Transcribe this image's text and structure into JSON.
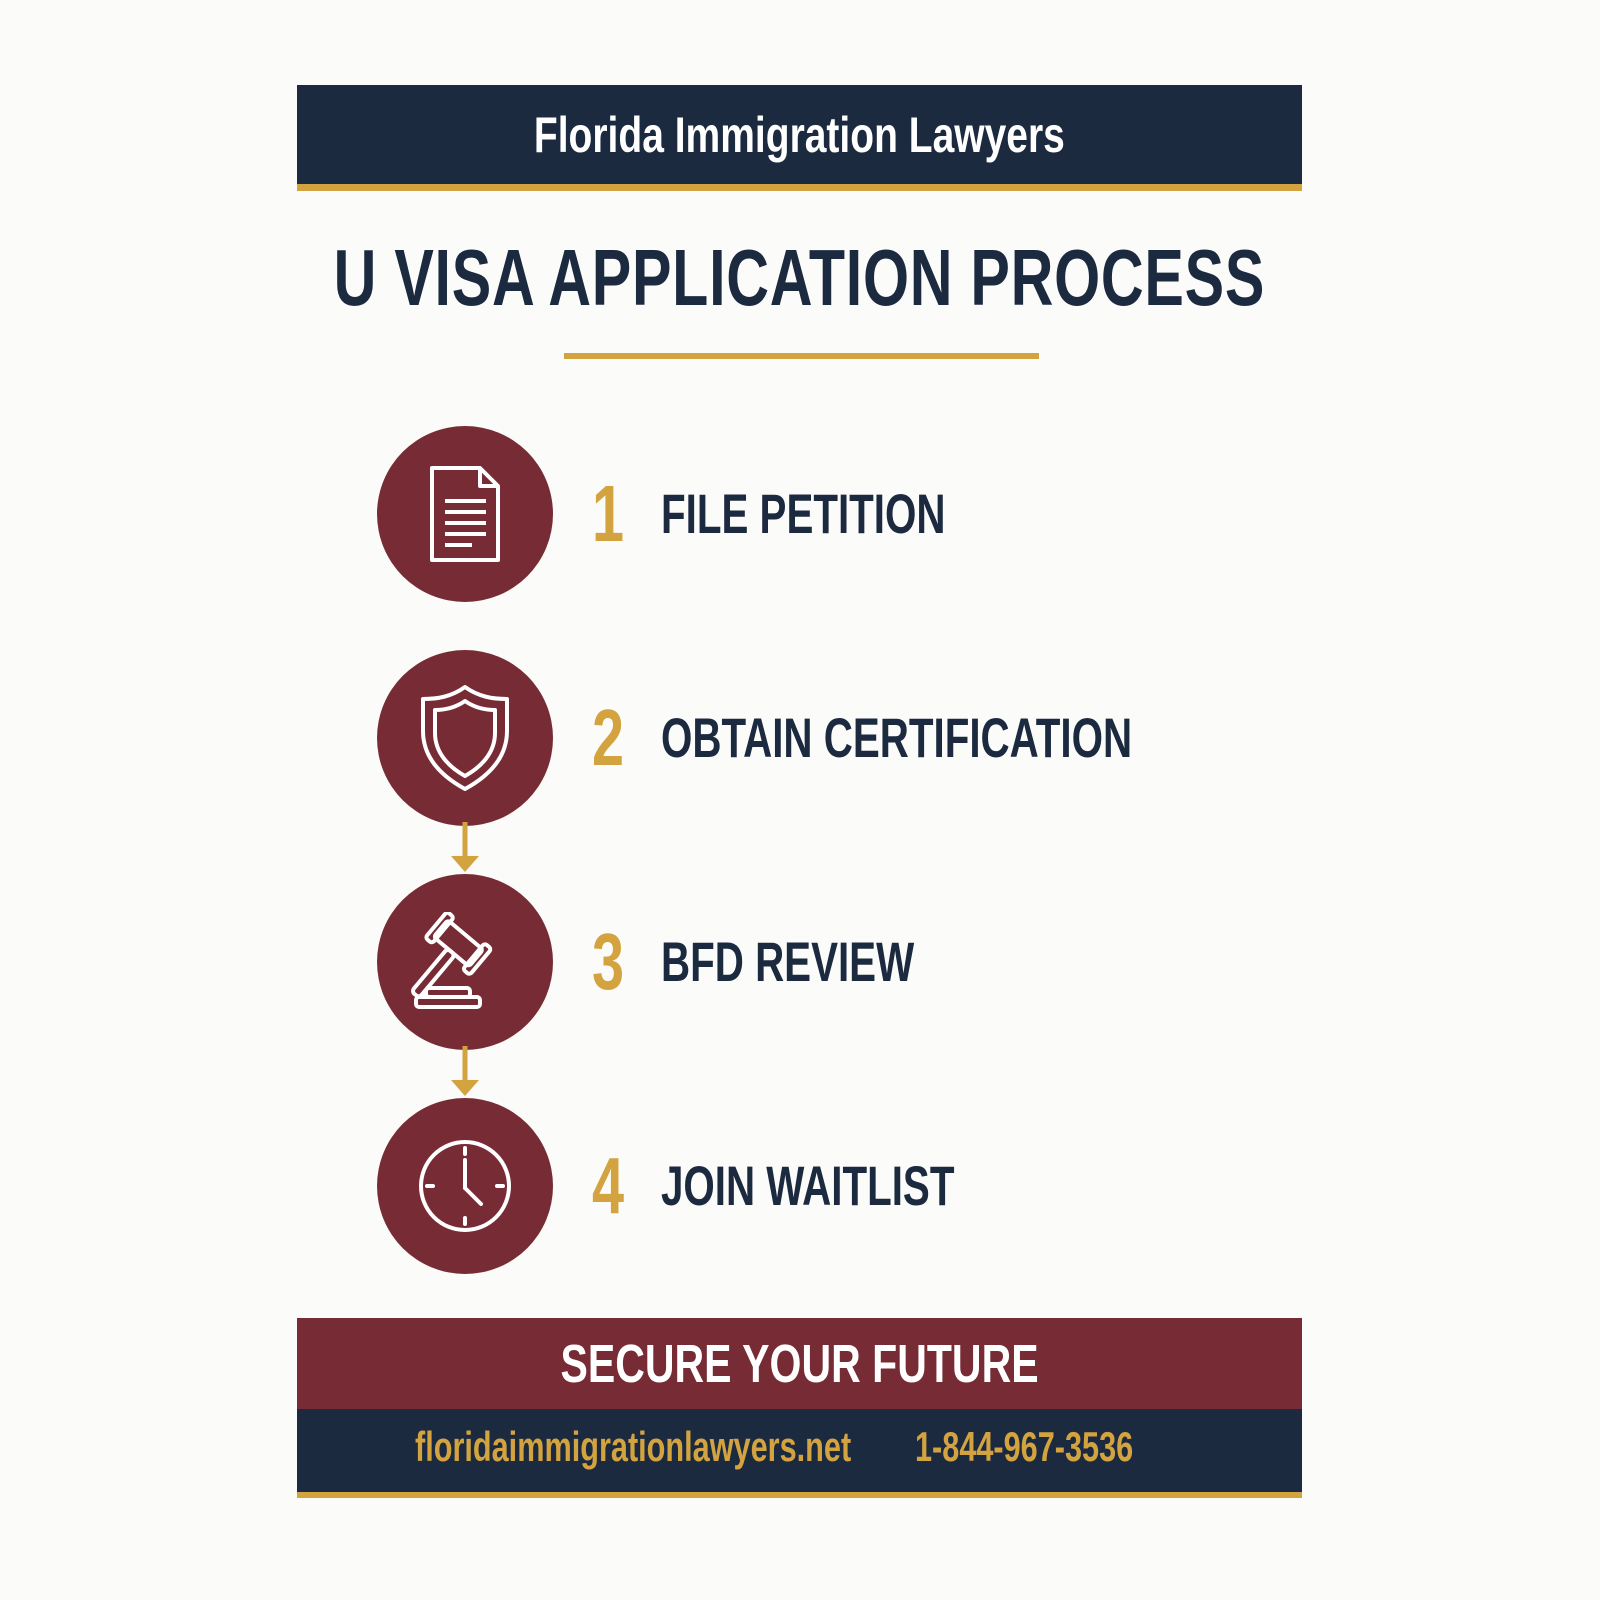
{
  "header": {
    "firm_name": "Florida Immigration Lawyers"
  },
  "title": "U VISA APPLICATION PROCESS",
  "steps": [
    {
      "number": "1",
      "label": "FILE PETITION",
      "icon": "document-icon"
    },
    {
      "number": "2",
      "label": "OBTAIN CERTIFICATION",
      "icon": "shield-icon"
    },
    {
      "number": "3",
      "label": "BFD REVIEW",
      "icon": "gavel-icon"
    },
    {
      "number": "4",
      "label": "JOIN WAITLIST",
      "icon": "clock-icon"
    }
  ],
  "footer": {
    "tagline": "SECURE YOUR FUTURE",
    "website": "floridaimmigrationlawyers.net",
    "phone": "1-844-967-3536"
  },
  "colors": {
    "navy": "#1c2a40",
    "burgundy": "#772b35",
    "gold": "#d3a33f",
    "background": "#fbfbfa"
  }
}
